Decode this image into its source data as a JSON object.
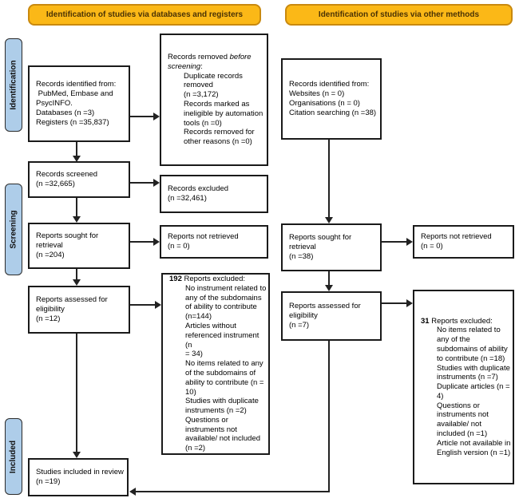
{
  "headers": {
    "databases": "Identification of studies via databases and registers",
    "other": "Identification of studies via other methods"
  },
  "stages": {
    "identification": "Identification",
    "screening": "Screening",
    "included": "Included"
  },
  "colors": {
    "header_fill": "#FBB817",
    "header_border": "#C9890E",
    "stage_fill": "#AECDE9",
    "box_border": "#1A1A1A",
    "line": "#222222"
  },
  "left_column": {
    "records_identified": "Records identified from:\n PubMed, Embase and\nPsycINFO.\nDatabases (n =3)\nRegisters (n =35,837)",
    "records_removed": {
      "prefix": "Records removed ",
      "italic": "before\nscreening",
      "suffix": ":",
      "items": [
        "Duplicate records\nremoved\n(n =3,172)",
        "Records marked as\nineligible by automation\ntools (n =0)",
        "Records removed for\nother reasons (n =0)"
      ]
    },
    "records_screened": "Records screened\n(n =32,665)",
    "records_excluded": "Records excluded\n(n =32,461)",
    "reports_sought": "Reports sought for\nretrieval\n(n =204)",
    "reports_not_retrieved": "Reports not retrieved\n(n = 0)",
    "reports_assessed": "Reports assessed for\neligibility\n(n =12)",
    "reports_excluded": {
      "count": "192",
      "label": " Reports excluded:",
      "items": [
        "No instrument related to\nany of the subdomains\nof ability to contribute\n(n=144)",
        "Articles without\nreferenced instrument (n\n= 34)",
        "No items related to any\nof the subdomains of\nability to contribute (n =\n10)",
        "Studies with duplicate\ninstruments (n =2)",
        "Questions or\ninstruments not\navailable/ not included\n(n =2)"
      ]
    },
    "studies_included": "Studies included in review\n(n =19)"
  },
  "right_column": {
    "records_identified": "Records identified from:\nWebsites (n = 0)\nOrganisations (n = 0)\nCitation searching (n =38)",
    "reports_sought": "Reports sought for\nretrieval\n(n =38)",
    "reports_not_retrieved": "Reports not retrieved\n(n = 0)",
    "reports_assessed": "Reports assessed for\neligibility\n(n =7)",
    "reports_excluded": {
      "count": "31",
      "label": " Reports excluded:",
      "items": [
        "No items related to\nany of the\nsubdomains of ability\nto contribute (n =18)",
        "Studies with duplicate\ninstruments (n =7)",
        "Duplicate articles (n =\n4)",
        "Questions or\ninstruments not\navailable/ not\nincluded (n =1)",
        "Article not available in\nEnglish version (n =1)"
      ]
    }
  }
}
